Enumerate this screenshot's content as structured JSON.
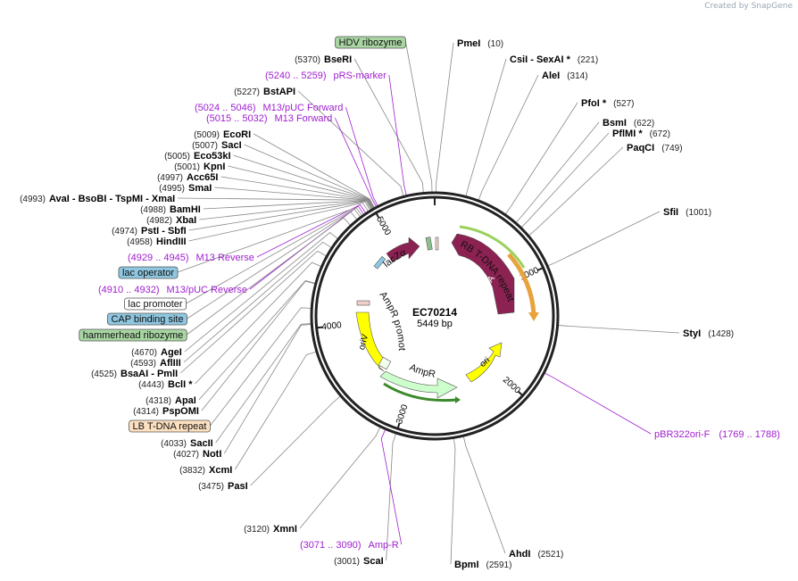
{
  "watermark": "Created by SnapGene",
  "plasmid": {
    "name": "EC70214",
    "size_label": "5449 bp",
    "length": 5449
  },
  "ruler": [
    {
      "bp": 1000,
      "label": "1000"
    },
    {
      "bp": 2000,
      "label": "2000"
    },
    {
      "bp": 3000,
      "label": "3000"
    },
    {
      "bp": 4000,
      "label": "4000"
    },
    {
      "bp": 5000,
      "label": "5000"
    }
  ],
  "sites": [
    {
      "id": "pmei",
      "name": "PmeI",
      "pos": "(10)",
      "bp": 10
    },
    {
      "id": "csii",
      "name": "CsiI  - SexAI *",
      "pos": "(221)",
      "bp": 221
    },
    {
      "id": "alei",
      "name": "AleI",
      "pos": "(314)",
      "bp": 314
    },
    {
      "id": "pfoi",
      "name": "PfoI *",
      "pos": "(527)",
      "bp": 527
    },
    {
      "id": "bsmi",
      "name": "BsmI",
      "pos": "(622)",
      "bp": 622
    },
    {
      "id": "pflmi",
      "name": "PflMI *",
      "pos": "(672)",
      "bp": 672
    },
    {
      "id": "paqci",
      "name": "PaqCI",
      "pos": "(749)",
      "bp": 749
    },
    {
      "id": "sfii",
      "name": "SfiI",
      "pos": "(1001)",
      "bp": 1001
    },
    {
      "id": "styi",
      "name": "StyI",
      "pos": "(1428)",
      "bp": 1428
    },
    {
      "id": "ahdi",
      "name": "AhdI",
      "pos": "(2521)",
      "bp": 2521
    },
    {
      "id": "bpmi",
      "name": "BpmI",
      "pos": "(2591)",
      "bp": 2591
    },
    {
      "id": "scai",
      "name": "ScaI",
      "pos": "(3001)",
      "bp": 3001
    },
    {
      "id": "xmni",
      "name": "XmnI",
      "pos": "(3120)",
      "bp": 3120
    },
    {
      "id": "pasi",
      "name": "PasI",
      "pos": "(3475)",
      "bp": 3475
    },
    {
      "id": "xcmi",
      "name": "XcmI",
      "pos": "(3832)",
      "bp": 3832
    },
    {
      "id": "noti",
      "name": "NotI",
      "pos": "(4027)",
      "bp": 4027
    },
    {
      "id": "sacii",
      "name": "SacII",
      "pos": "(4033)",
      "bp": 4033
    },
    {
      "id": "pspomi",
      "name": "PspOMI",
      "pos": "(4314)",
      "bp": 4314
    },
    {
      "id": "apai",
      "name": "ApaI",
      "pos": "(4318)",
      "bp": 4318
    },
    {
      "id": "bcli",
      "name": "BclI *",
      "pos": "(4443)",
      "bp": 4443
    },
    {
      "id": "bsaai",
      "name": "BsaAI  - PmlI",
      "pos": "(4525)",
      "bp": 4525
    },
    {
      "id": "afliii",
      "name": "AflIII",
      "pos": "(4593)",
      "bp": 4593
    },
    {
      "id": "agei",
      "name": "AgeI",
      "pos": "(4670)",
      "bp": 4670
    },
    {
      "id": "hindiii",
      "name": "HindIII",
      "pos": "(4958)",
      "bp": 4958
    },
    {
      "id": "psti",
      "name": "PstI  - SbfI",
      "pos": "(4974)",
      "bp": 4974
    },
    {
      "id": "xbai",
      "name": "XbaI",
      "pos": "(4982)",
      "bp": 4982
    },
    {
      "id": "bamhi",
      "name": "BamHI",
      "pos": "(4988)",
      "bp": 4988
    },
    {
      "id": "avai",
      "name": "AvaI  - BsoBI  - TspMI  - XmaI",
      "pos": "(4993)",
      "bp": 4993
    },
    {
      "id": "smai",
      "name": "SmaI",
      "pos": "(4995)",
      "bp": 4995
    },
    {
      "id": "acc65i",
      "name": "Acc65I",
      "pos": "(4997)",
      "bp": 4997
    },
    {
      "id": "kpni",
      "name": "KpnI",
      "pos": "(5001)",
      "bp": 5001
    },
    {
      "id": "eco53ki",
      "name": "Eco53kI",
      "pos": "(5005)",
      "bp": 5005
    },
    {
      "id": "saci",
      "name": "SacI",
      "pos": "(5007)",
      "bp": 5007
    },
    {
      "id": "ecori",
      "name": "EcoRI",
      "pos": "(5009)",
      "bp": 5009
    },
    {
      "id": "bstapi",
      "name": "BstAPI",
      "pos": "(5227)",
      "bp": 5227
    },
    {
      "id": "bseri",
      "name": "BseRI",
      "pos": "(5370)",
      "bp": 5370
    }
  ],
  "primers": [
    {
      "id": "m13-forward",
      "name": "M13 Forward",
      "pos": "(5015 .. 5032)",
      "bp": 5023
    },
    {
      "id": "m13-puc-forward",
      "name": "M13/pUC Forward",
      "pos": "(5024 .. 5046)",
      "bp": 5035
    },
    {
      "id": "prs-marker",
      "name": "pRS-marker",
      "pos": "(5240 .. 5259)",
      "bp": 5249
    },
    {
      "id": "m13-reverse",
      "name": "M13 Reverse",
      "pos": "(4929 .. 4945)",
      "bp": 4937
    },
    {
      "id": "m13-puc-reverse",
      "name": "M13/pUC Reverse",
      "pos": "(4910 .. 4932)",
      "bp": 4921
    },
    {
      "id": "pbr322ori-f",
      "name": "pBR322ori-F",
      "pos": "(1769 .. 1788)",
      "bp": 1778
    },
    {
      "id": "amp-r",
      "name": "Amp-R",
      "pos": "(3071 .. 3090)",
      "bp": 3080
    }
  ],
  "boxed_features": [
    {
      "id": "hdv-ribozyme",
      "name": "HDV ribozyme",
      "fill": "#a8d5a2",
      "bp": 5430
    },
    {
      "id": "lac-operator",
      "name": "lac operator",
      "fill": "#8fc7e0",
      "bp": 4905
    },
    {
      "id": "lac-promoter",
      "name": "lac promoter",
      "fill": "#ffffff",
      "bp": 4890
    },
    {
      "id": "cap-binding-site",
      "name": "CAP binding site",
      "fill": "#8fc7e0",
      "bp": 4860
    },
    {
      "id": "hammerhead-ribozyme",
      "name": "hammerhead ribozyme",
      "fill": "#a8d5a2",
      "bp": 4800
    },
    {
      "id": "lb-t-dna-repeat",
      "name": "LB T-DNA repeat",
      "fill": "#fde0c0",
      "bp": 4140
    }
  ],
  "features": [
    {
      "id": "rb-t-dna-repeat",
      "name": "RB T-DNA repeat",
      "color": "#8b2252"
    },
    {
      "id": "trfa",
      "name": "trfA",
      "color": "#8b2252"
    },
    {
      "id": "lacza",
      "name": "lacZα",
      "color": "#8b2252"
    },
    {
      "id": "ampr-promoter",
      "name": "AmpR promoter",
      "color": "#ffffff"
    },
    {
      "id": "ampr",
      "name": "AmpR",
      "color": "#ccffcc"
    },
    {
      "id": "orv",
      "name": "oriV",
      "color": "#ffff00"
    },
    {
      "id": "ori",
      "name": "ori",
      "color": "#ffff00"
    }
  ],
  "colors": {
    "enzyme_line": "#888888",
    "primer": "#a020d0",
    "backbone": "#222222"
  }
}
